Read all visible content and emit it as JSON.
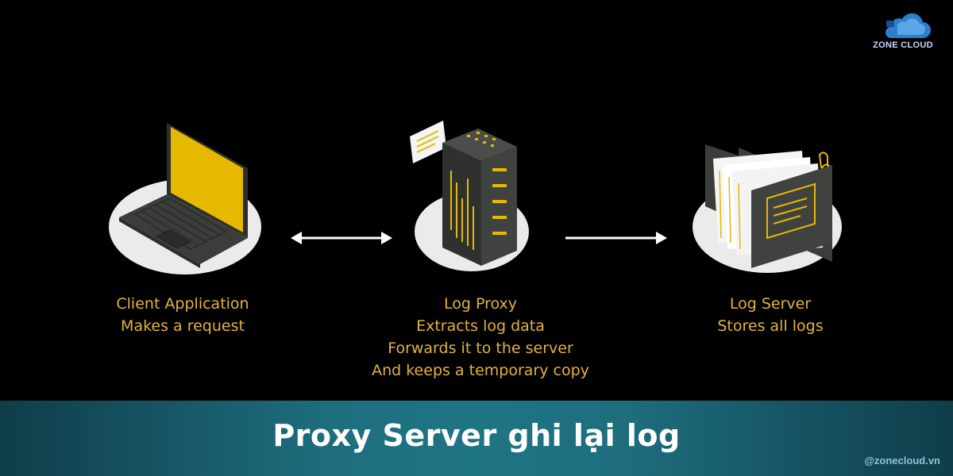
{
  "diagram": {
    "nodes": [
      {
        "id": "client",
        "title": "Client Application",
        "lines": [
          "Makes a request"
        ]
      },
      {
        "id": "proxy",
        "title": "Log Proxy",
        "lines": [
          "Extracts log data",
          "Forwards it to the server",
          "And keeps a temporary copy"
        ]
      },
      {
        "id": "server",
        "title": "Log Server",
        "lines": [
          "Stores all logs"
        ]
      }
    ],
    "edges": [
      {
        "from": "client",
        "to": "proxy",
        "direction": "bidirectional"
      },
      {
        "from": "proxy",
        "to": "server",
        "direction": "forward"
      }
    ]
  },
  "brand": {
    "logo_text": "ZONE CLOUD",
    "handle": "@zonecloud.vn"
  },
  "footer": {
    "title": "Proxy Server ghi lại log"
  },
  "colors": {
    "accent": "#e3b33c",
    "yellow_screen": "#e6b800",
    "device_dark": "#3c3f3c",
    "ellipse": "#e8e8e8",
    "footer_teal": "#1f7484"
  }
}
